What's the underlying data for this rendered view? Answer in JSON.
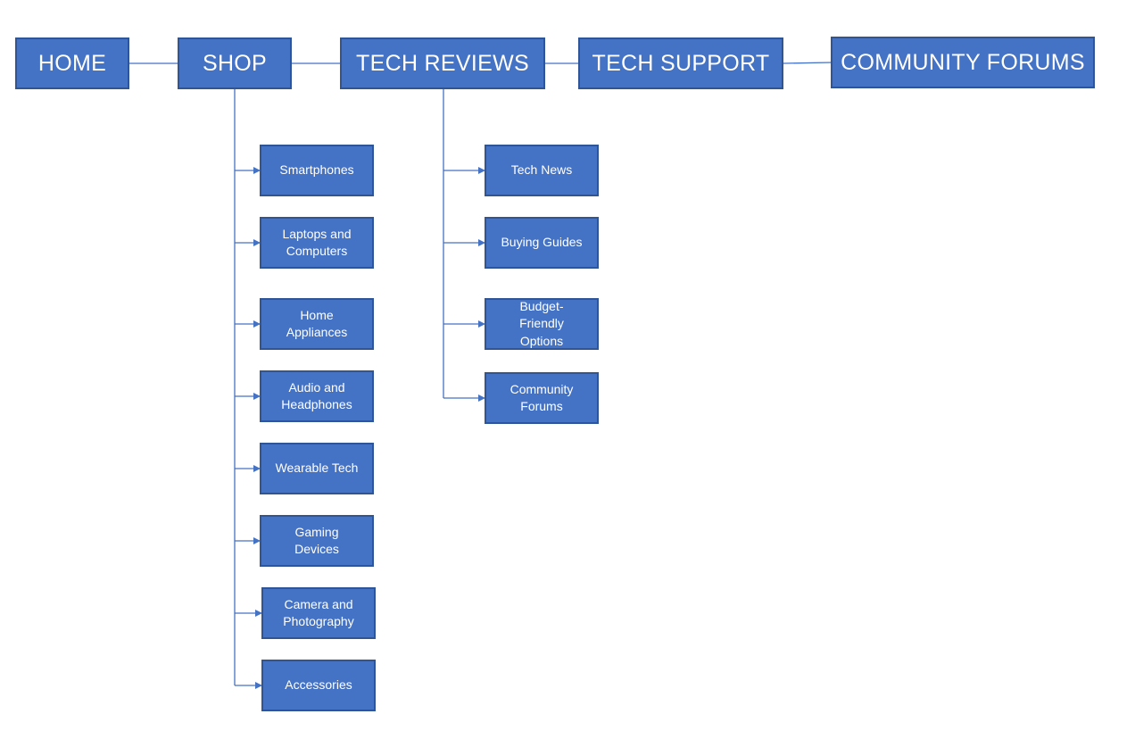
{
  "nav": {
    "home": "HOME",
    "shop": "SHOP",
    "tech_reviews": "TECH REVIEWS",
    "tech_support": "TECH SUPPORT",
    "community_forums": "COMMUNITY FORUMS"
  },
  "shop_items": [
    {
      "lines": [
        "Smartphones"
      ]
    },
    {
      "lines": [
        "Laptops and",
        "Computers"
      ]
    },
    {
      "lines": [
        "Home",
        "Appliances"
      ]
    },
    {
      "lines": [
        "Audio and",
        "Headphones"
      ]
    },
    {
      "lines": [
        "Wearable Tech"
      ]
    },
    {
      "lines": [
        "Gaming",
        "Devices"
      ]
    },
    {
      "lines": [
        "Camera and",
        "Photography"
      ]
    },
    {
      "lines": [
        "Accessories"
      ]
    }
  ],
  "tech_review_items": [
    {
      "lines": [
        "Tech News"
      ]
    },
    {
      "lines": [
        "Buying Guides"
      ]
    },
    {
      "lines": [
        "Budget-",
        "Friendly",
        "Options"
      ]
    },
    {
      "lines": [
        "Community",
        "Forums"
      ]
    }
  ],
  "colors": {
    "box_fill": "#4472c4",
    "box_border": "#2f5597",
    "connector": "#4472c4",
    "text": "#ffffff"
  }
}
